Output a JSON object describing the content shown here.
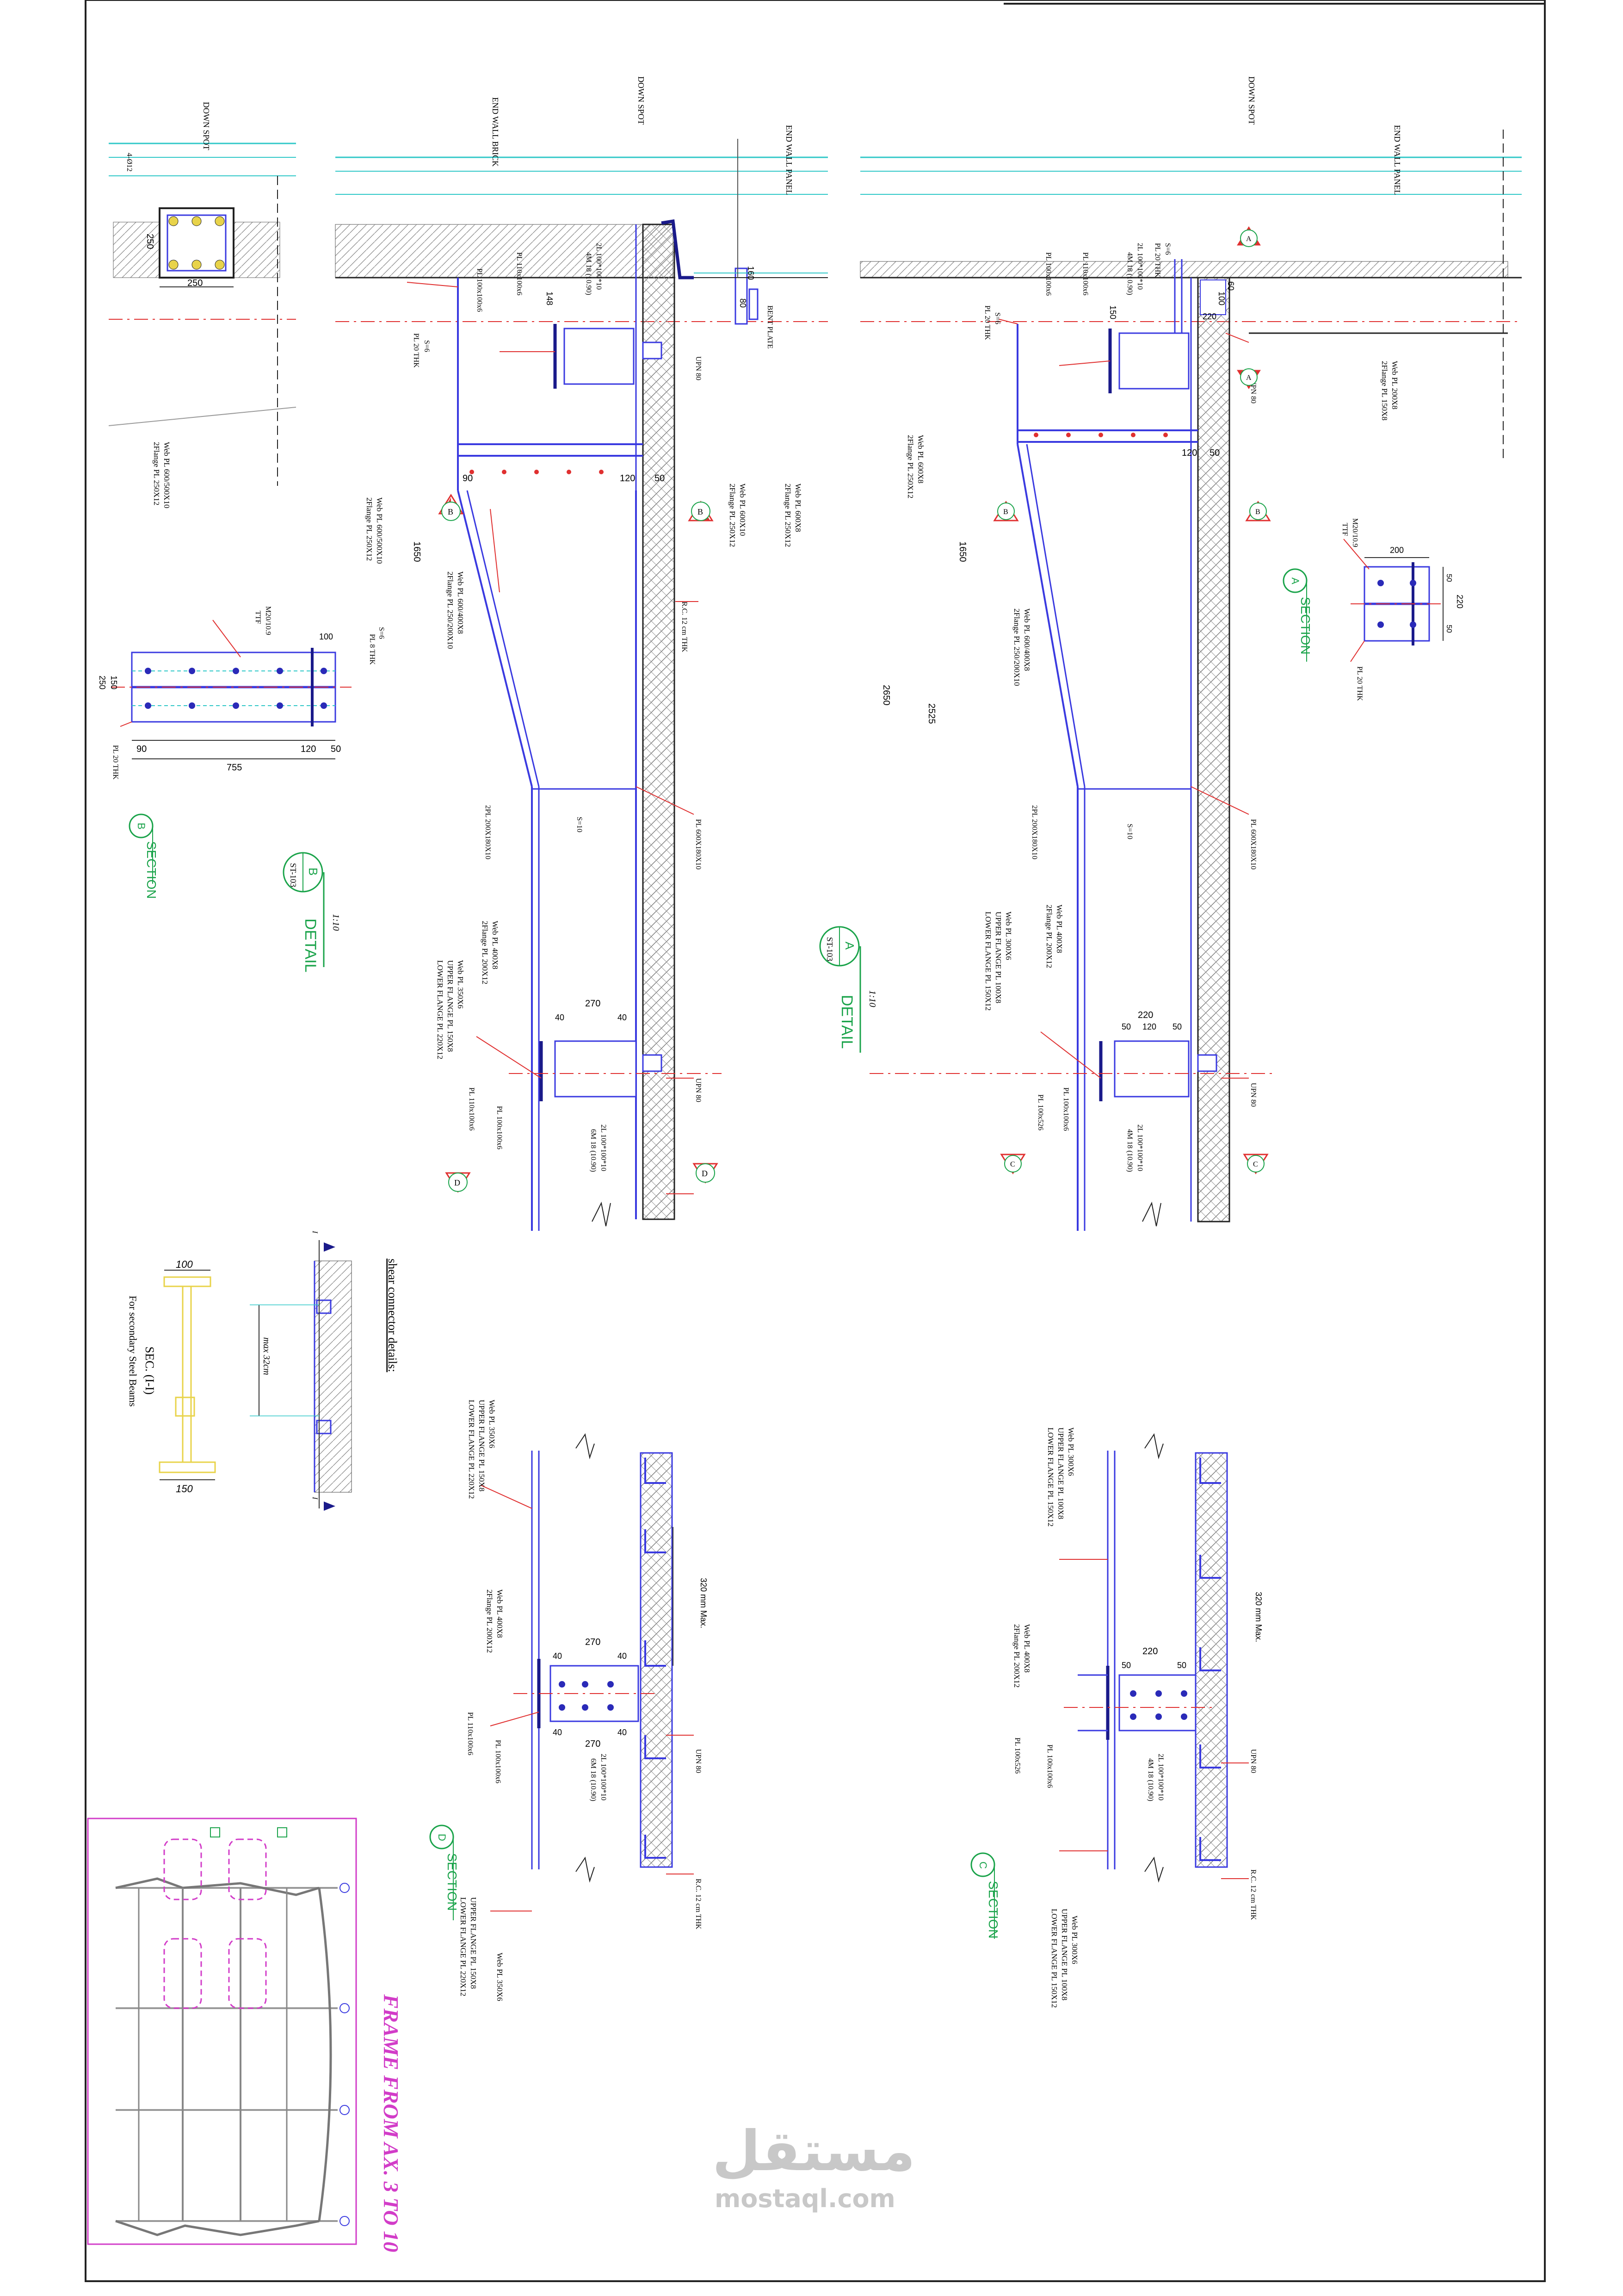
{
  "labels": {
    "down_spot": "DOWN SPOT",
    "end_wall_brick": "END WALL BRICK",
    "end_wall_panel": "END WALL PANEL",
    "web_pl_600": "Web PL 600X8",
    "flange_250": "2Flange PL 250X12",
    "web_pl_600_500": "Web PL 600/500X10",
    "web_pl_600_400": "Web PL 600/400X8",
    "flange_250_200": "2Flange PL 250/200X10",
    "web_pl_600_10": "Web PL 600X10",
    "web_pl_350": "Web PL 350X6",
    "upper_flange_150": "UPPER FLANGE PL 150X8",
    "lower_flange_220": "LOWER FLANGE PL 220X12",
    "web_pl_400": "Web PL 400X8",
    "flange_200": "2Flange PL 200X12",
    "web_pl_300": "Web PL 300X6",
    "upper_flange_100": "UPPER FLANGE PL 100X8",
    "lower_flange_150": "LOWER FLANGE PL 150X12",
    "web_pl_200": "Web PL 200X8",
    "flange_150": "2Flange PL 150X8",
    "pl_110": "PL 110x100x6",
    "pl_100": "PL 100x100x6",
    "pl_100_526": "PL 100x526",
    "pl_600_180": "PL 600X180X10",
    "pl_20_thk": "PL 20 THK",
    "pl_8_thk": "PL 8 THK",
    "upn80": "UPN 80",
    "rc": "R.C. 12 cm THK",
    "bent_plate": "BENT PLATE",
    "two_pl": "2PL 200X180X10",
    "bolts": "2L 100*100*10",
    "bolts_m": "6M 18 (10.90)",
    "bolts_m4": "4M 18 (10.90)",
    "m20": "M20/10.9",
    "ttf": "TTF",
    "s6": "S=6",
    "s10": "S=10",
    "max_320": "320 mm Max.",
    "st103": "ST-103",
    "scale": "1:10",
    "b": "B",
    "a": "A",
    "c": "C",
    "d": "D",
    "detail": "DETAIL",
    "section": "SECTION",
    "rebar": "4-Ø12",
    "shear_title": "shear connector details:",
    "max_32": "max 32cm",
    "sec_title": "SEC. (I-I)",
    "sec_sub": "For secondary Steel Beams",
    "frame_title": "FRAME FROM AX. 3 TO 10",
    "watermark_ar": "مستقل",
    "watermark_en": "mostaql.com"
  },
  "dims": {
    "d250": "250",
    "d90": "90",
    "d120": "120",
    "d50": "50",
    "d100": "100",
    "d150": "150",
    "d755": "755",
    "d1650": "1650",
    "d2650": "2650",
    "d2525": "2525",
    "d270": "270",
    "d40": "40",
    "d220": "220",
    "d200": "200",
    "d148": "148",
    "d160": "160",
    "d80": "80",
    "d60": "60",
    "eq": "="
  },
  "colors": {
    "steel": "#3a3ae0",
    "leader": "#e03030",
    "grid": "#30c8c8",
    "green": "#1aa34a",
    "magenta": "#d23cc8",
    "bolt": "#2a2ab8"
  }
}
